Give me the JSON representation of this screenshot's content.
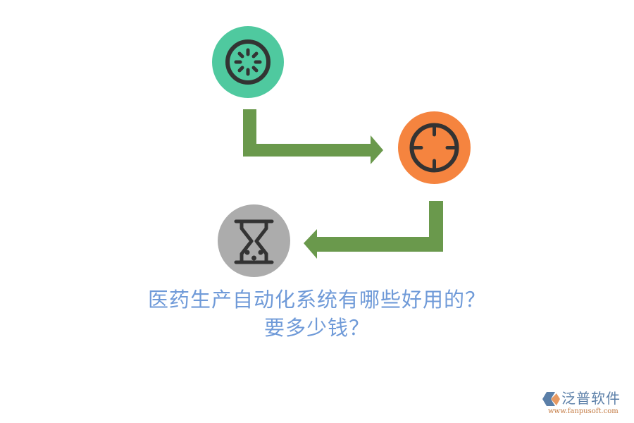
{
  "diagram": {
    "type": "flow",
    "steps": [
      {
        "id": "step-1",
        "icon": "loading-spinner-icon",
        "color": "#4fc99f"
      },
      {
        "id": "step-2",
        "icon": "crosshair-target-icon",
        "color": "#f5843f"
      },
      {
        "id": "step-3",
        "icon": "hourglass-icon",
        "color": "#acacac"
      }
    ],
    "connectors": [
      {
        "from": "step-1",
        "to": "step-2",
        "color": "#6a994c"
      },
      {
        "from": "step-2",
        "to": "step-3",
        "color": "#6a994c"
      }
    ],
    "icon_stroke_color": "#333333"
  },
  "title": {
    "line1": "医药生产自动化系统有哪些好用的？",
    "line2": "要多少钱？",
    "color": "#6f9ad8"
  },
  "logo": {
    "name": "泛普软件",
    "url": "www.fanpusoft.com",
    "name_color": "#5b7fa8",
    "url_color": "#c2773e"
  }
}
